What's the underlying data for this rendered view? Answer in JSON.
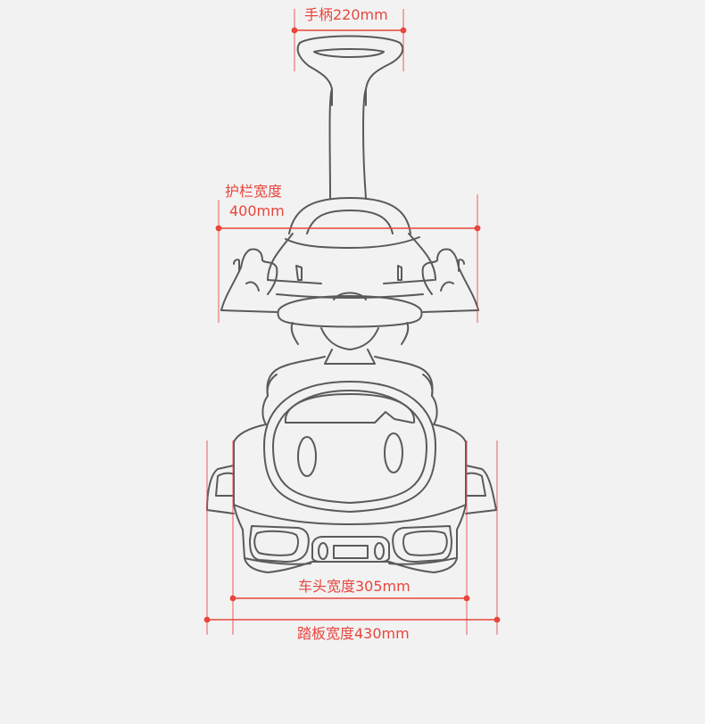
{
  "dimensions": {
    "handle": {
      "label": "手柄220mm"
    },
    "guardrail": {
      "label_line1": "护栏宽度",
      "label_line2": "400mm"
    },
    "head": {
      "label": "车头宽度305mm"
    },
    "pedal": {
      "label": "踏板宽度430mm"
    }
  },
  "colors": {
    "background": "#f2f2f2",
    "outline": "#5a5a5a",
    "dimension": "#e8453c"
  }
}
